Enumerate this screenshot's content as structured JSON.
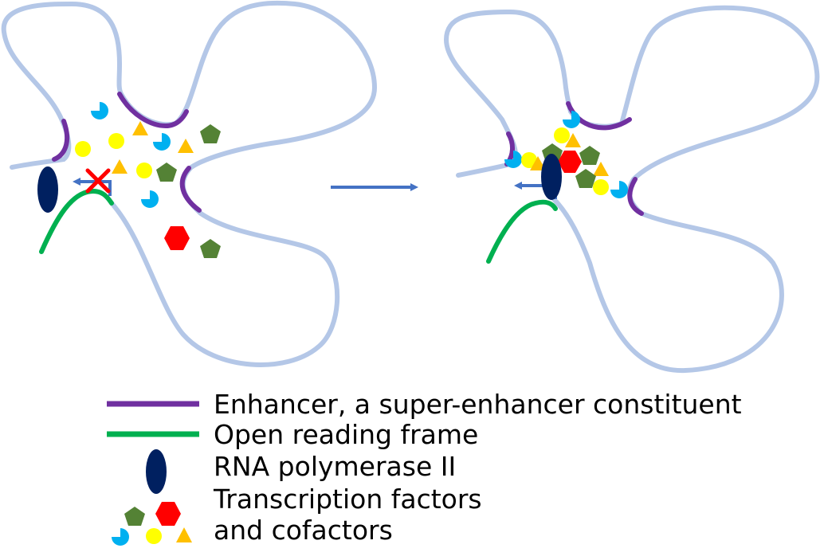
{
  "colors": {
    "dna": "#b4c7e7",
    "enhancer": "#7030a0",
    "orf": "#00b050",
    "polymerase": "#002060",
    "arrow": "#4472c4",
    "blocked_x": "#ff0000",
    "factor_cyan": "#00b0f0",
    "factor_yellow": "#ffff00",
    "factor_orange": "#ffc000",
    "factor_green": "#548235",
    "factor_red": "#ff0000"
  },
  "legend": {
    "enhancer": "Enhancer, a super-enhancer constituent",
    "orf": "Open reading frame",
    "polymerase": "RNA polymerase II",
    "factors_line1": "Transcription factors",
    "factors_line2": "and cofactors"
  }
}
